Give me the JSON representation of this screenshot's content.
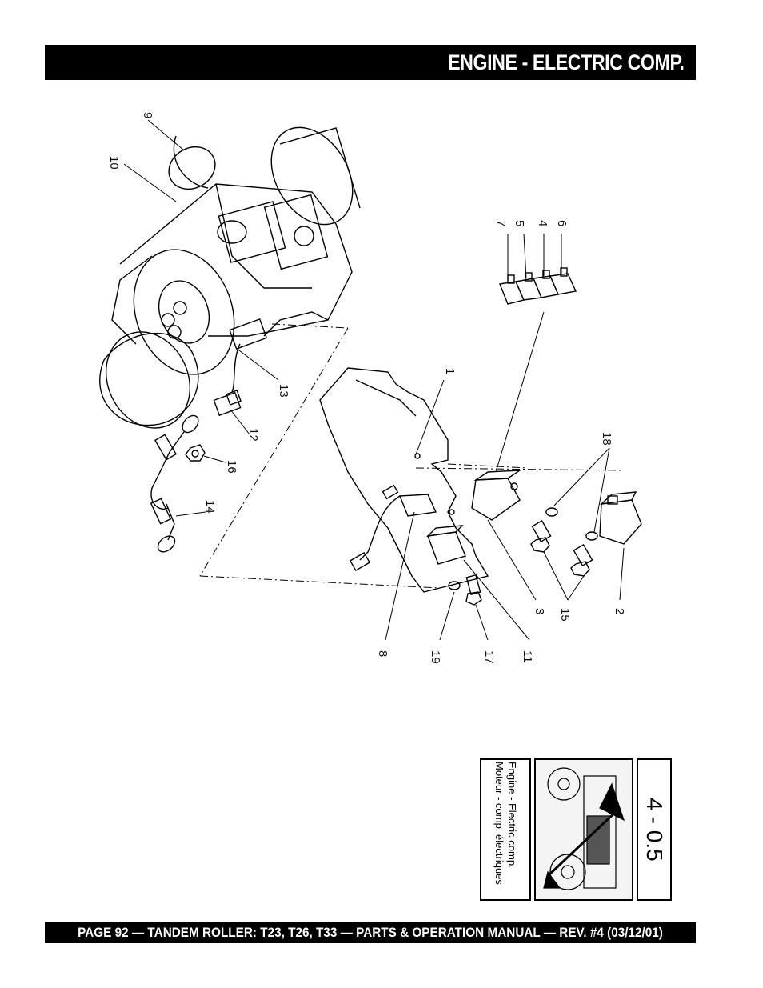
{
  "header": {
    "title": "ENGINE - ELECTRIC COMP."
  },
  "footer": {
    "text": "PAGE 92 — TANDEM ROLLER: T23, T26, T33 — PARTS & OPERATION MANUAL — REV. #4 (03/12/01)"
  },
  "diagram": {
    "callouts": [
      "1",
      "2",
      "3",
      "4",
      "5",
      "6",
      "7",
      "8",
      "9",
      "10",
      "11",
      "12",
      "13",
      "14",
      "15",
      "16",
      "17",
      "18",
      "19"
    ]
  },
  "section_tab": {
    "number": "4 - 0.5",
    "label_line1": "Engine - Electric comp.",
    "label_line2": "Moteur - comp. électriques"
  }
}
